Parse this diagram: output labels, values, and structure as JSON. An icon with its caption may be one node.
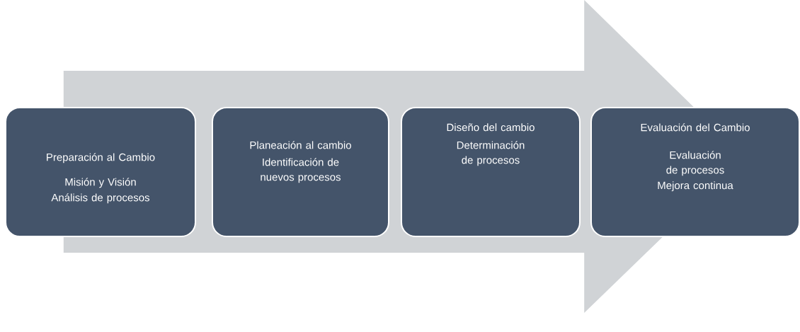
{
  "diagram": {
    "nodes": [
      {
        "text": [
          "Preparación al Cambio",
          "Misión y Visión",
          "Análisis de procesos"
        ]
      },
      {
        "text": [
          "Planeación al cambio",
          "Identificación de nuevos procesos"
        ]
      },
      {
        "text": [
          "Diseño del cambio",
          "Determinación de procesos"
        ]
      },
      {
        "text": [
          "Evaluación del Cambio",
          "Evaluación de procesos",
          "Mejora continua"
        ]
      }
    ],
    "edges": [
      {
        "from": 0,
        "to": 3,
        "arrow": "to"
      }
    ]
  }
}
